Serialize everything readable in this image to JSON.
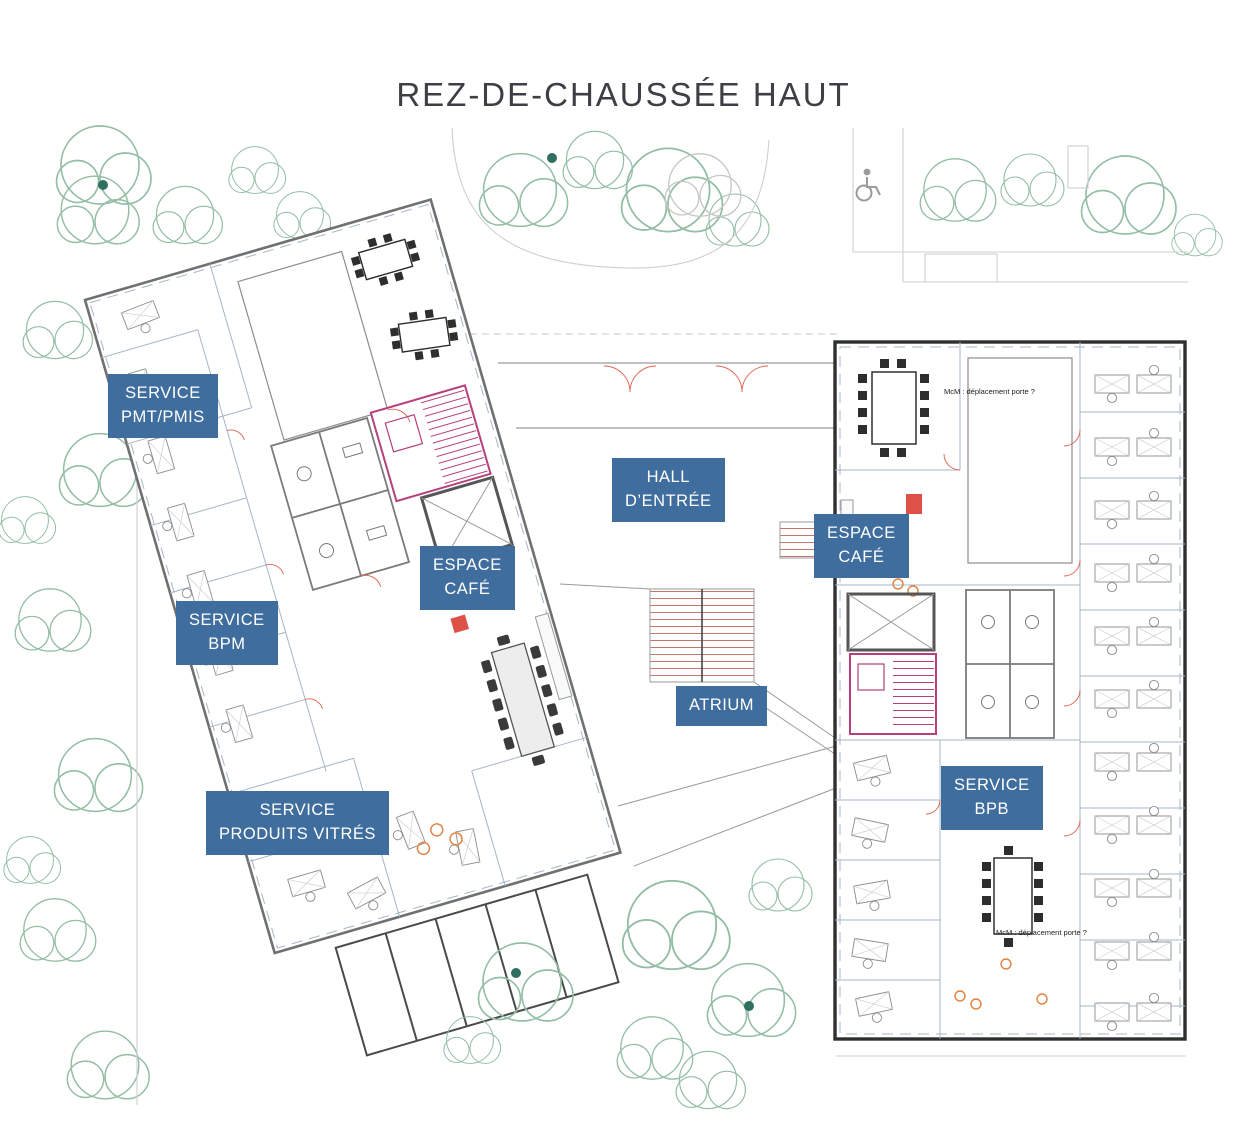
{
  "title": "REZ-DE-CHAUSSÉE HAUT",
  "labels": {
    "service_pmt_pmis": "SERVICE\nPMT/PMIS",
    "hall_entree": "HALL\nD’ENTRÉE",
    "espace_cafe_right": "ESPACE\nCAFÉ",
    "espace_cafe_left": "ESPACE\nCAFÉ",
    "service_bpm": "SERVICE\nBPM",
    "atrium": "ATRIUM",
    "service_produits_vitres": "SERVICE\nPRODUITS VITRÉS",
    "service_bpb": "SERVICE\nBPB"
  },
  "annotations": {
    "mcm_top": "McM : déplacement porte ?",
    "mcm_bottom": "McM : déplacement porte ?"
  },
  "colors": {
    "label_bg": "#3e6d9e",
    "title_color": "#3e3e44",
    "stair_accent": "#b5407c",
    "door_accent": "#e0614d",
    "tree_green": "#93bda4",
    "dot_teal": "#2f6f5f",
    "wall_dark": "#2f2f2f",
    "partition_blue": "#a6b4c9",
    "orange_accent": "#e0823f"
  }
}
